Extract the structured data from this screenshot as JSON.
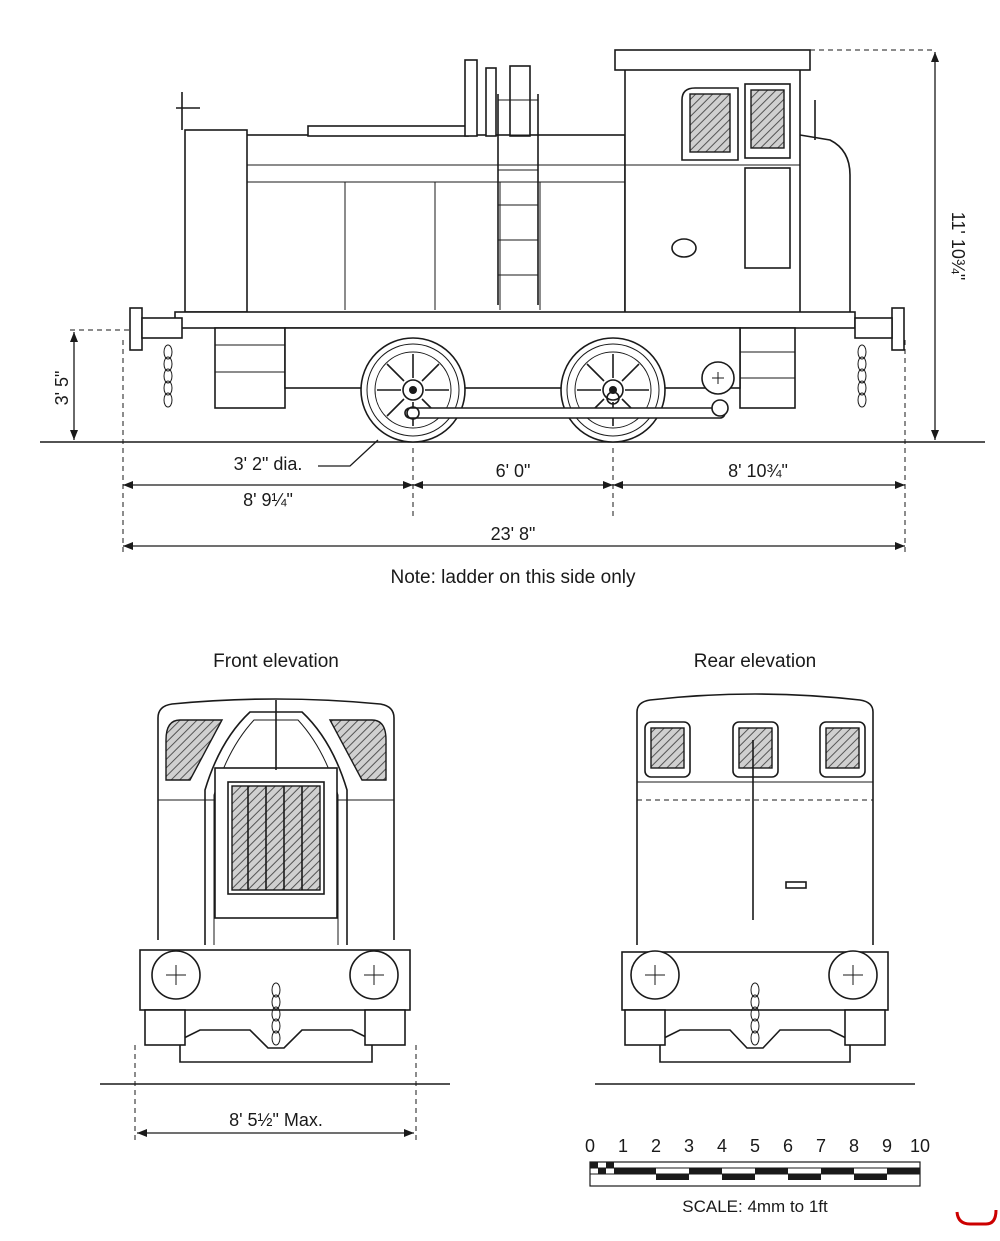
{
  "dimensions": {
    "height_total": "11' 10¾\"",
    "buffer_height": "3' 5\"",
    "wheel_dia": "3' 2\" dia.",
    "wheelbase": "6' 0\"",
    "rear_overhang": "8' 10¾\"",
    "front_overhang": "8' 9¼\"",
    "overall_length": "23' 8\"",
    "width_max": "8' 5½\" Max."
  },
  "note": "Note: ladder on this side only",
  "views": {
    "front": "Front elevation",
    "rear": "Rear elevation"
  },
  "scale": {
    "ticks": [
      "0",
      "1",
      "2",
      "3",
      "4",
      "5",
      "6",
      "7",
      "8",
      "9",
      "10"
    ],
    "caption": "SCALE: 4mm to 1ft"
  }
}
